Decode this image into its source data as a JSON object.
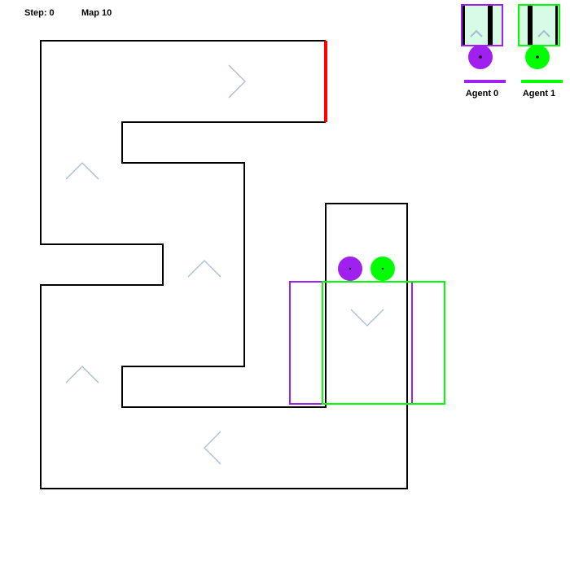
{
  "hud": {
    "step": "Step: 0",
    "map": "Map 10"
  },
  "agents": [
    {
      "label": "Agent 0",
      "color": "#a020f0"
    },
    {
      "label": "Agent 1",
      "color": "#00ff00"
    }
  ],
  "colors": {
    "wall": "#000000",
    "goal": "#ff0000",
    "arrow": "#a7bcd5",
    "view_fill": "#d8fbe6"
  },
  "arrows": [
    {
      "direction": "right"
    },
    {
      "direction": "up"
    },
    {
      "direction": "up"
    },
    {
      "direction": "up"
    },
    {
      "direction": "down"
    },
    {
      "direction": "left"
    }
  ]
}
